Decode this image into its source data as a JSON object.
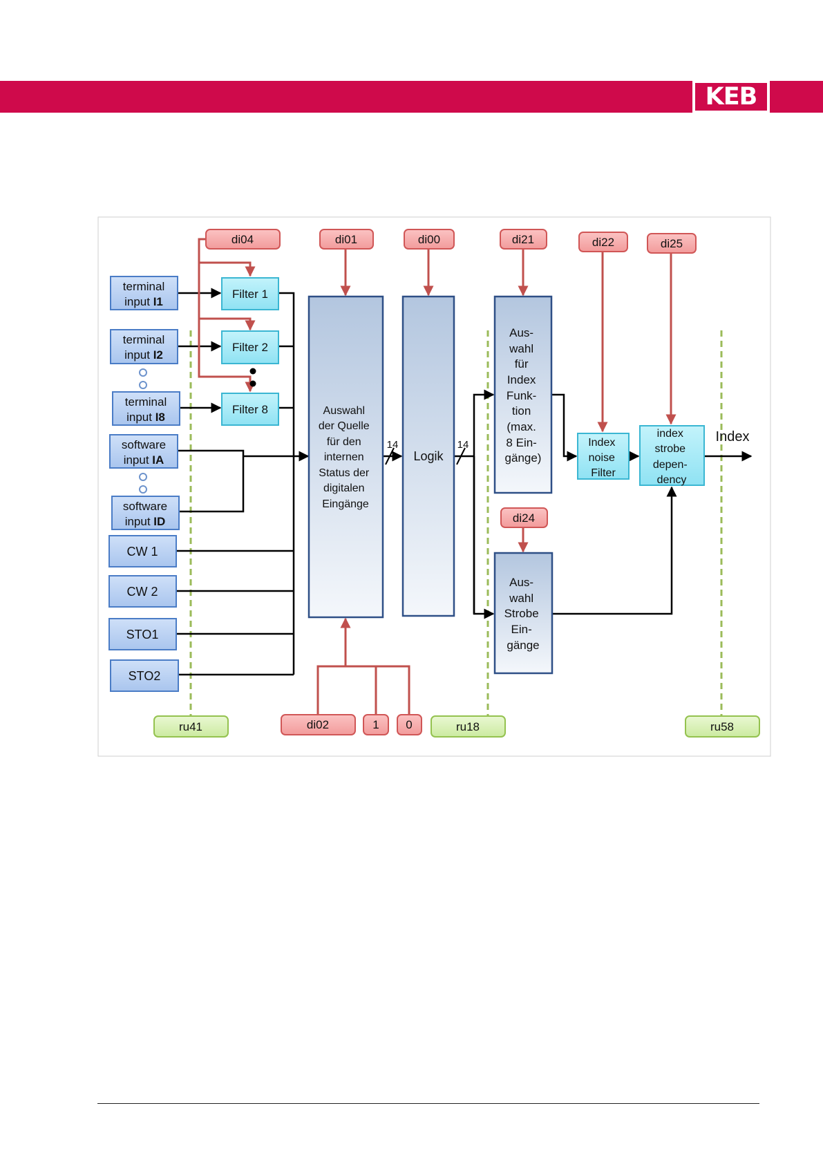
{
  "header": {
    "logo_text": "KEB",
    "band_color": "#cf0a4b"
  },
  "colors": {
    "param_fill": "#f6a5a5",
    "param_stroke": "#d05656",
    "input_fill": "#b9d1f4",
    "input_stroke": "#4a7cc6",
    "filter_fill": "#a6ecf8",
    "filter_stroke": "#3ab6d2",
    "block_fill": "#b4c7e0",
    "block_stroke": "#2e4f86",
    "ru_fill": "#d8f1b4",
    "ru_stroke": "#94c24f",
    "red_line": "#c0504d",
    "green_dash": "#9bbb59"
  },
  "params": {
    "di04": "di04",
    "di01": "di01",
    "di00": "di00",
    "di21": "di21",
    "di22": "di22",
    "di25": "di25",
    "di24": "di24",
    "di02": "di02",
    "const_1": "1",
    "const_0": "0"
  },
  "inputs": {
    "i1": {
      "line1": "terminal",
      "line2_prefix": "input ",
      "line2_bold": "I1"
    },
    "i2": {
      "line1": "terminal",
      "line2_prefix": "input ",
      "line2_bold": "I2"
    },
    "i8": {
      "line1": "terminal",
      "line2_prefix": "input ",
      "line2_bold": "I8"
    },
    "ia": {
      "line1": "software",
      "line2_prefix": "input ",
      "line2_bold": "IA"
    },
    "id": {
      "line1": "software",
      "line2_prefix": "input ",
      "line2_bold": "ID"
    },
    "cw1": "CW 1",
    "cw2": "CW 2",
    "sto1": "STO1",
    "sto2": "STO2"
  },
  "filters": {
    "f1": "Filter 1",
    "f2": "Filter 2",
    "f8": "Filter 8"
  },
  "blocks": {
    "auswahl_quelle": [
      "Auswahl",
      "der Quelle",
      "für den",
      "internen",
      "Status der",
      "digitalen",
      "Eingänge"
    ],
    "logik": "Logik",
    "index_funktion": [
      "Aus-",
      "wahl",
      "für",
      "Index",
      "Funk-",
      "tion",
      "(max.",
      "8 Ein-",
      "gänge)"
    ],
    "strobe": [
      "Aus-",
      "wahl",
      "Strobe",
      "Ein-",
      "gänge"
    ],
    "noise_filter": [
      "Index",
      "noise",
      "Filter"
    ],
    "strobe_dependency": [
      "index",
      "strobe",
      "depen-",
      "dency"
    ]
  },
  "bus_width_1": "14",
  "bus_width_2": "14",
  "output_label": "Index",
  "ru_params": {
    "ru41": "ru41",
    "ru18": "ru18",
    "ru58": "ru58"
  }
}
